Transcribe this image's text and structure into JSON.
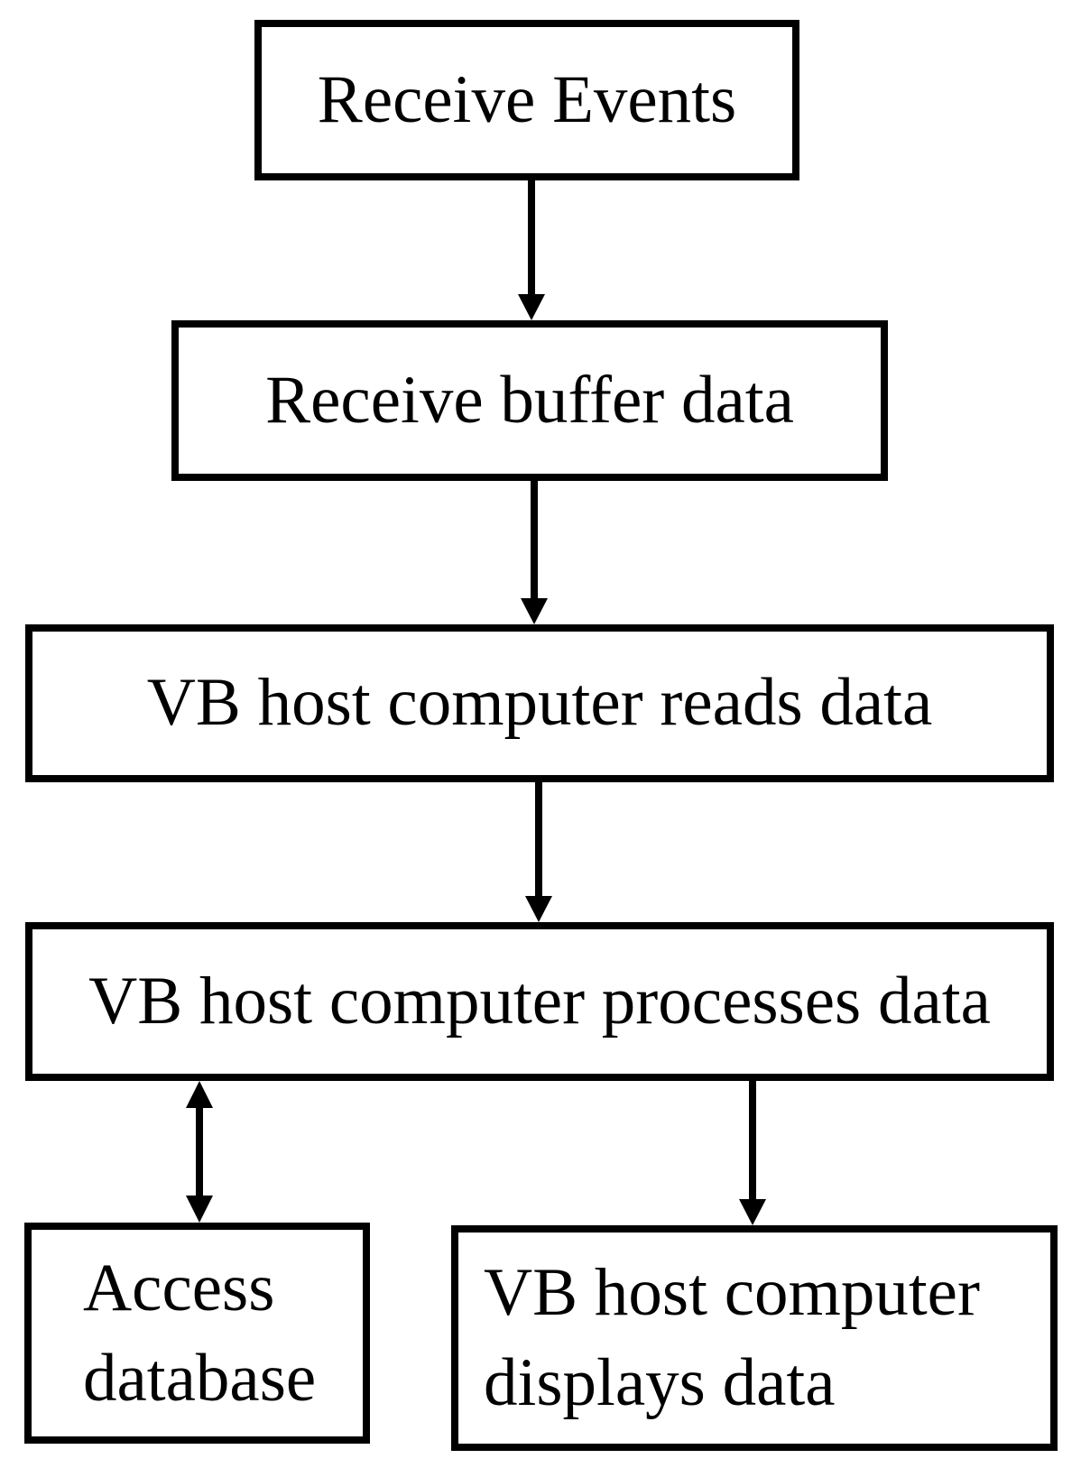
{
  "diagram": {
    "type": "flowchart",
    "background_color": "#ffffff",
    "line_color": "#000000",
    "node_fill_color": "#ffffff",
    "nodes": [
      {
        "id": "receive-events",
        "label": "Receive Events"
      },
      {
        "id": "receive-buffer",
        "label": "Receive buffer data"
      },
      {
        "id": "reads-data",
        "label": "VB host computer reads data"
      },
      {
        "id": "processes-data",
        "label": "VB host computer processes data"
      },
      {
        "id": "access-database",
        "label": "Access database",
        "lines": [
          "Access",
          "database"
        ]
      },
      {
        "id": "displays-data",
        "label": "VB host computer displays data",
        "lines": [
          "VB host computer",
          "displays data"
        ]
      }
    ],
    "edges": [
      {
        "from": "receive-events",
        "to": "receive-buffer",
        "style": "arrow-down"
      },
      {
        "from": "receive-buffer",
        "to": "reads-data",
        "style": "arrow-down"
      },
      {
        "from": "reads-data",
        "to": "processes-data",
        "style": "arrow-down"
      },
      {
        "from": "processes-data",
        "to": "access-database",
        "style": "arrow-both-ends"
      },
      {
        "from": "processes-data",
        "to": "displays-data",
        "style": "arrow-down"
      }
    ]
  }
}
